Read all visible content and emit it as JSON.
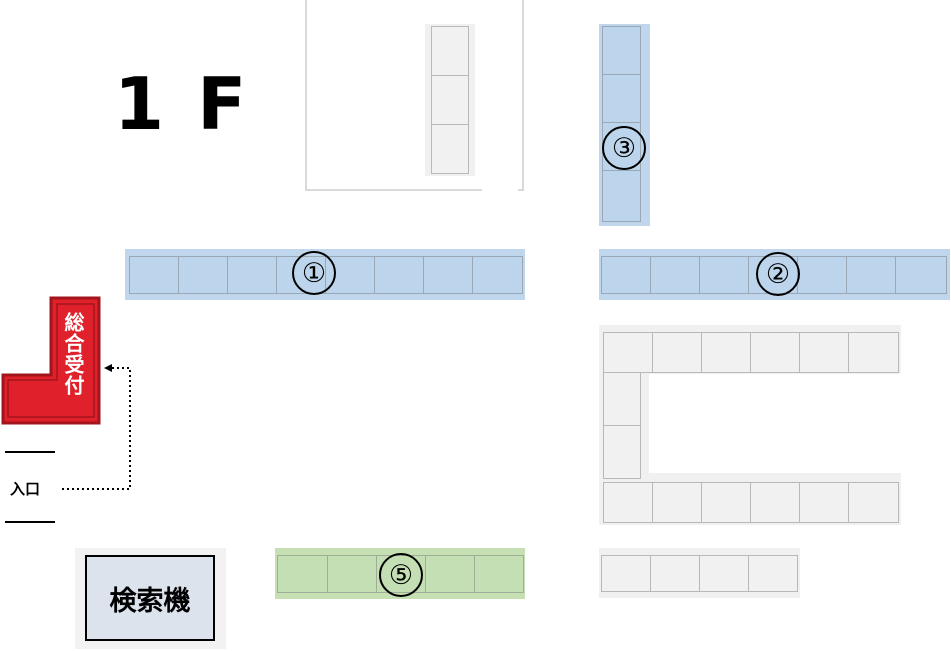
{
  "floor": {
    "label": "1 F"
  },
  "reception": {
    "label": "総合受付",
    "color": "#e0202a"
  },
  "entrance": {
    "label": "入口"
  },
  "search_terminal": {
    "label": "検索機"
  },
  "shelves": [
    {
      "id": "shelf-1",
      "label": "①",
      "color": "#bdd5ec"
    },
    {
      "id": "shelf-2",
      "label": "②",
      "color": "#bdd5ec"
    },
    {
      "id": "shelf-3",
      "label": "③",
      "color": "#bdd5ec"
    },
    {
      "id": "shelf-5",
      "label": "⑤",
      "color": "#c5dfb4"
    }
  ]
}
